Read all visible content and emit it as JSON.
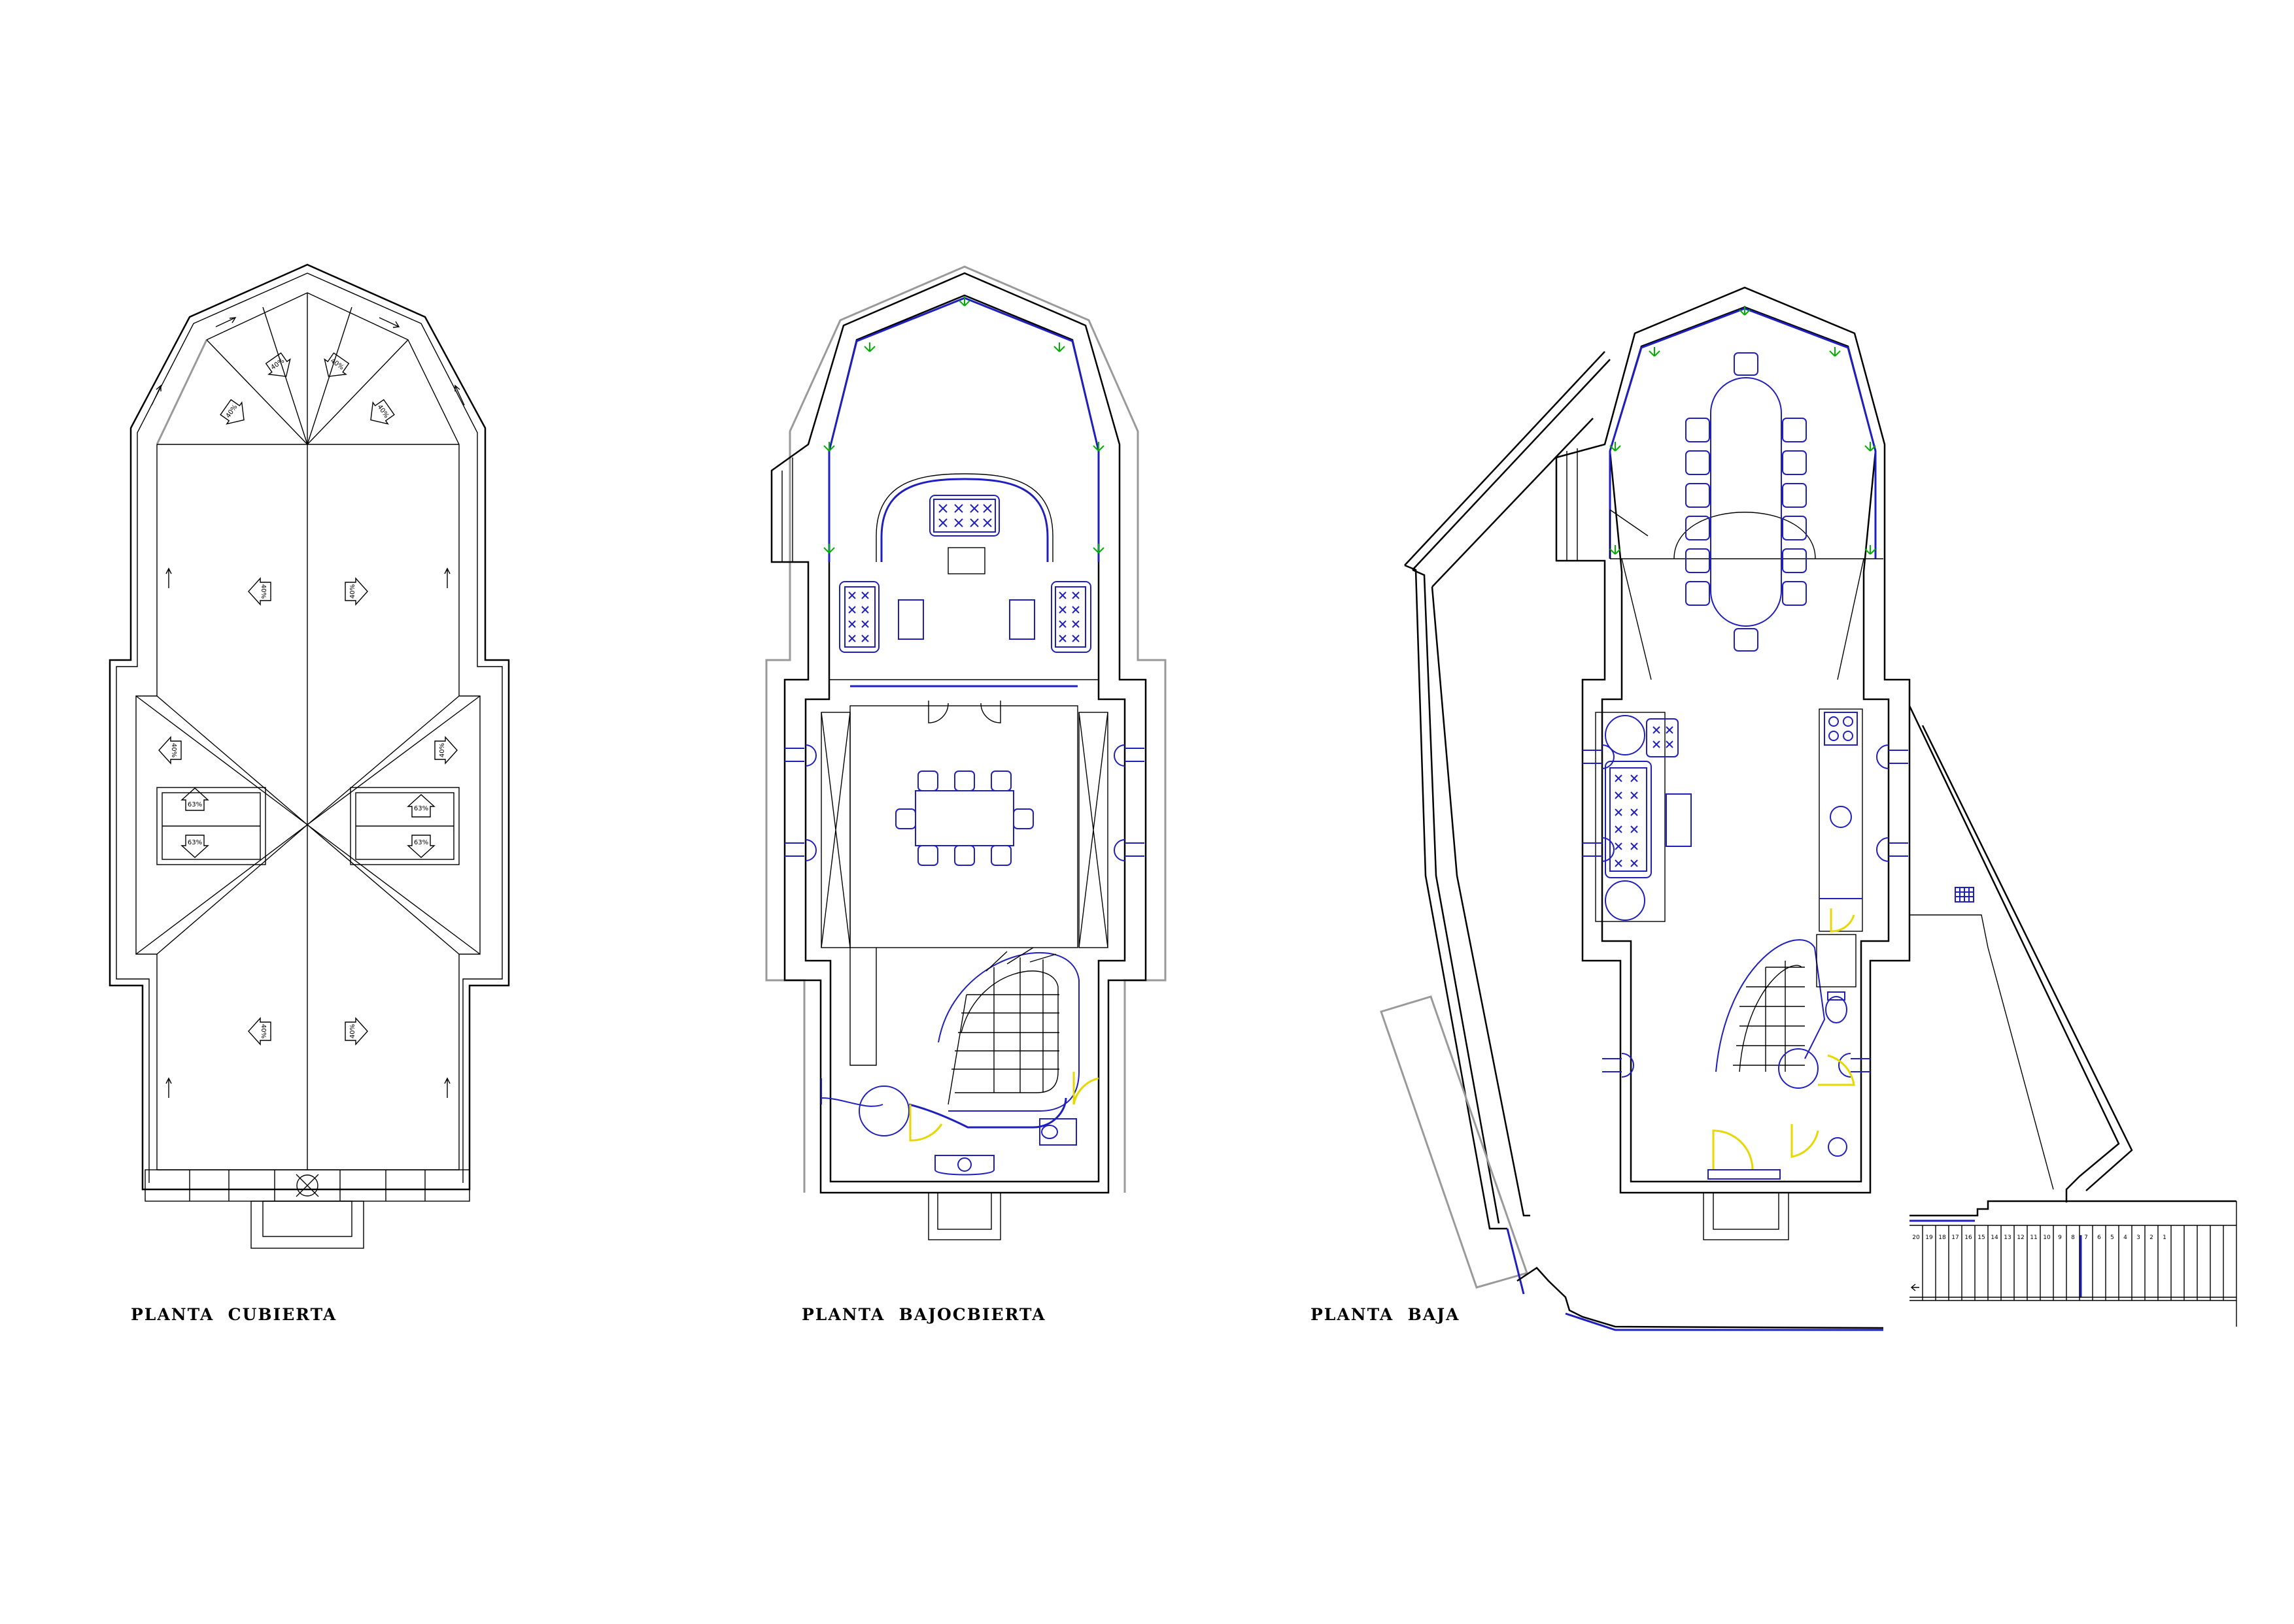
{
  "sheet": {
    "labels": {
      "roof": "PLANTA  CUBIERTA",
      "attic": "PLANTA  BAJOCBIERTA",
      "ground": "PLANTA  BAJA"
    },
    "roof_slopes": [
      "40%",
      "40%",
      "40%",
      "40%",
      "40%",
      "40%",
      "40%",
      "40%",
      "40%",
      "40%",
      "63%",
      "63%",
      "63%",
      "63%"
    ],
    "stair_steps": [
      "20",
      "19",
      "18",
      "17",
      "16",
      "15",
      "14",
      "13",
      "12",
      "11",
      "10",
      "9",
      "8",
      "7",
      "6",
      "5",
      "4",
      "3",
      "2",
      "1"
    ]
  },
  "colors": {
    "lines": "#000000",
    "furniture": "#1f1fbf",
    "doors": "#e6d800",
    "hidden": "#9a9a9a",
    "fixtures": "#00b000"
  }
}
